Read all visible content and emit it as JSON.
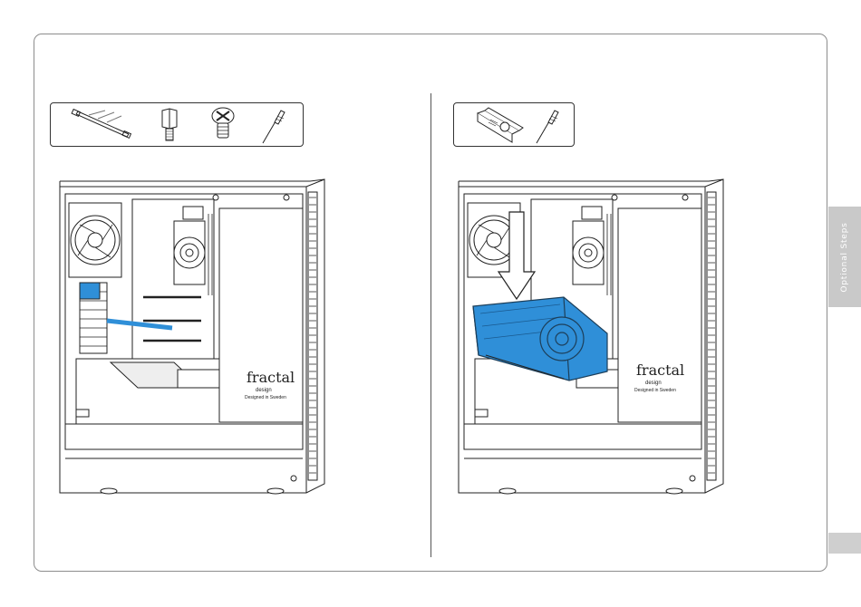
{
  "side_tab": {
    "label": "Optional Steps"
  },
  "left_panel": {
    "tools": [
      "riser-cable-icon",
      "standoff-icon",
      "screw-icon",
      "screwdriver-icon"
    ],
    "case_logo": "fractal",
    "case_logo_sub": "design",
    "case_tagline": "Designed in Sweden"
  },
  "right_panel": {
    "tools": [
      "graphics-card-icon",
      "screwdriver-icon"
    ],
    "case_logo": "fractal",
    "case_logo_sub": "design",
    "case_tagline": "Designed in Sweden"
  },
  "colors": {
    "highlight": "#2f8fd8",
    "line": "#222222",
    "frame": "#8c8c8c",
    "tab": "#c9c9c9"
  }
}
